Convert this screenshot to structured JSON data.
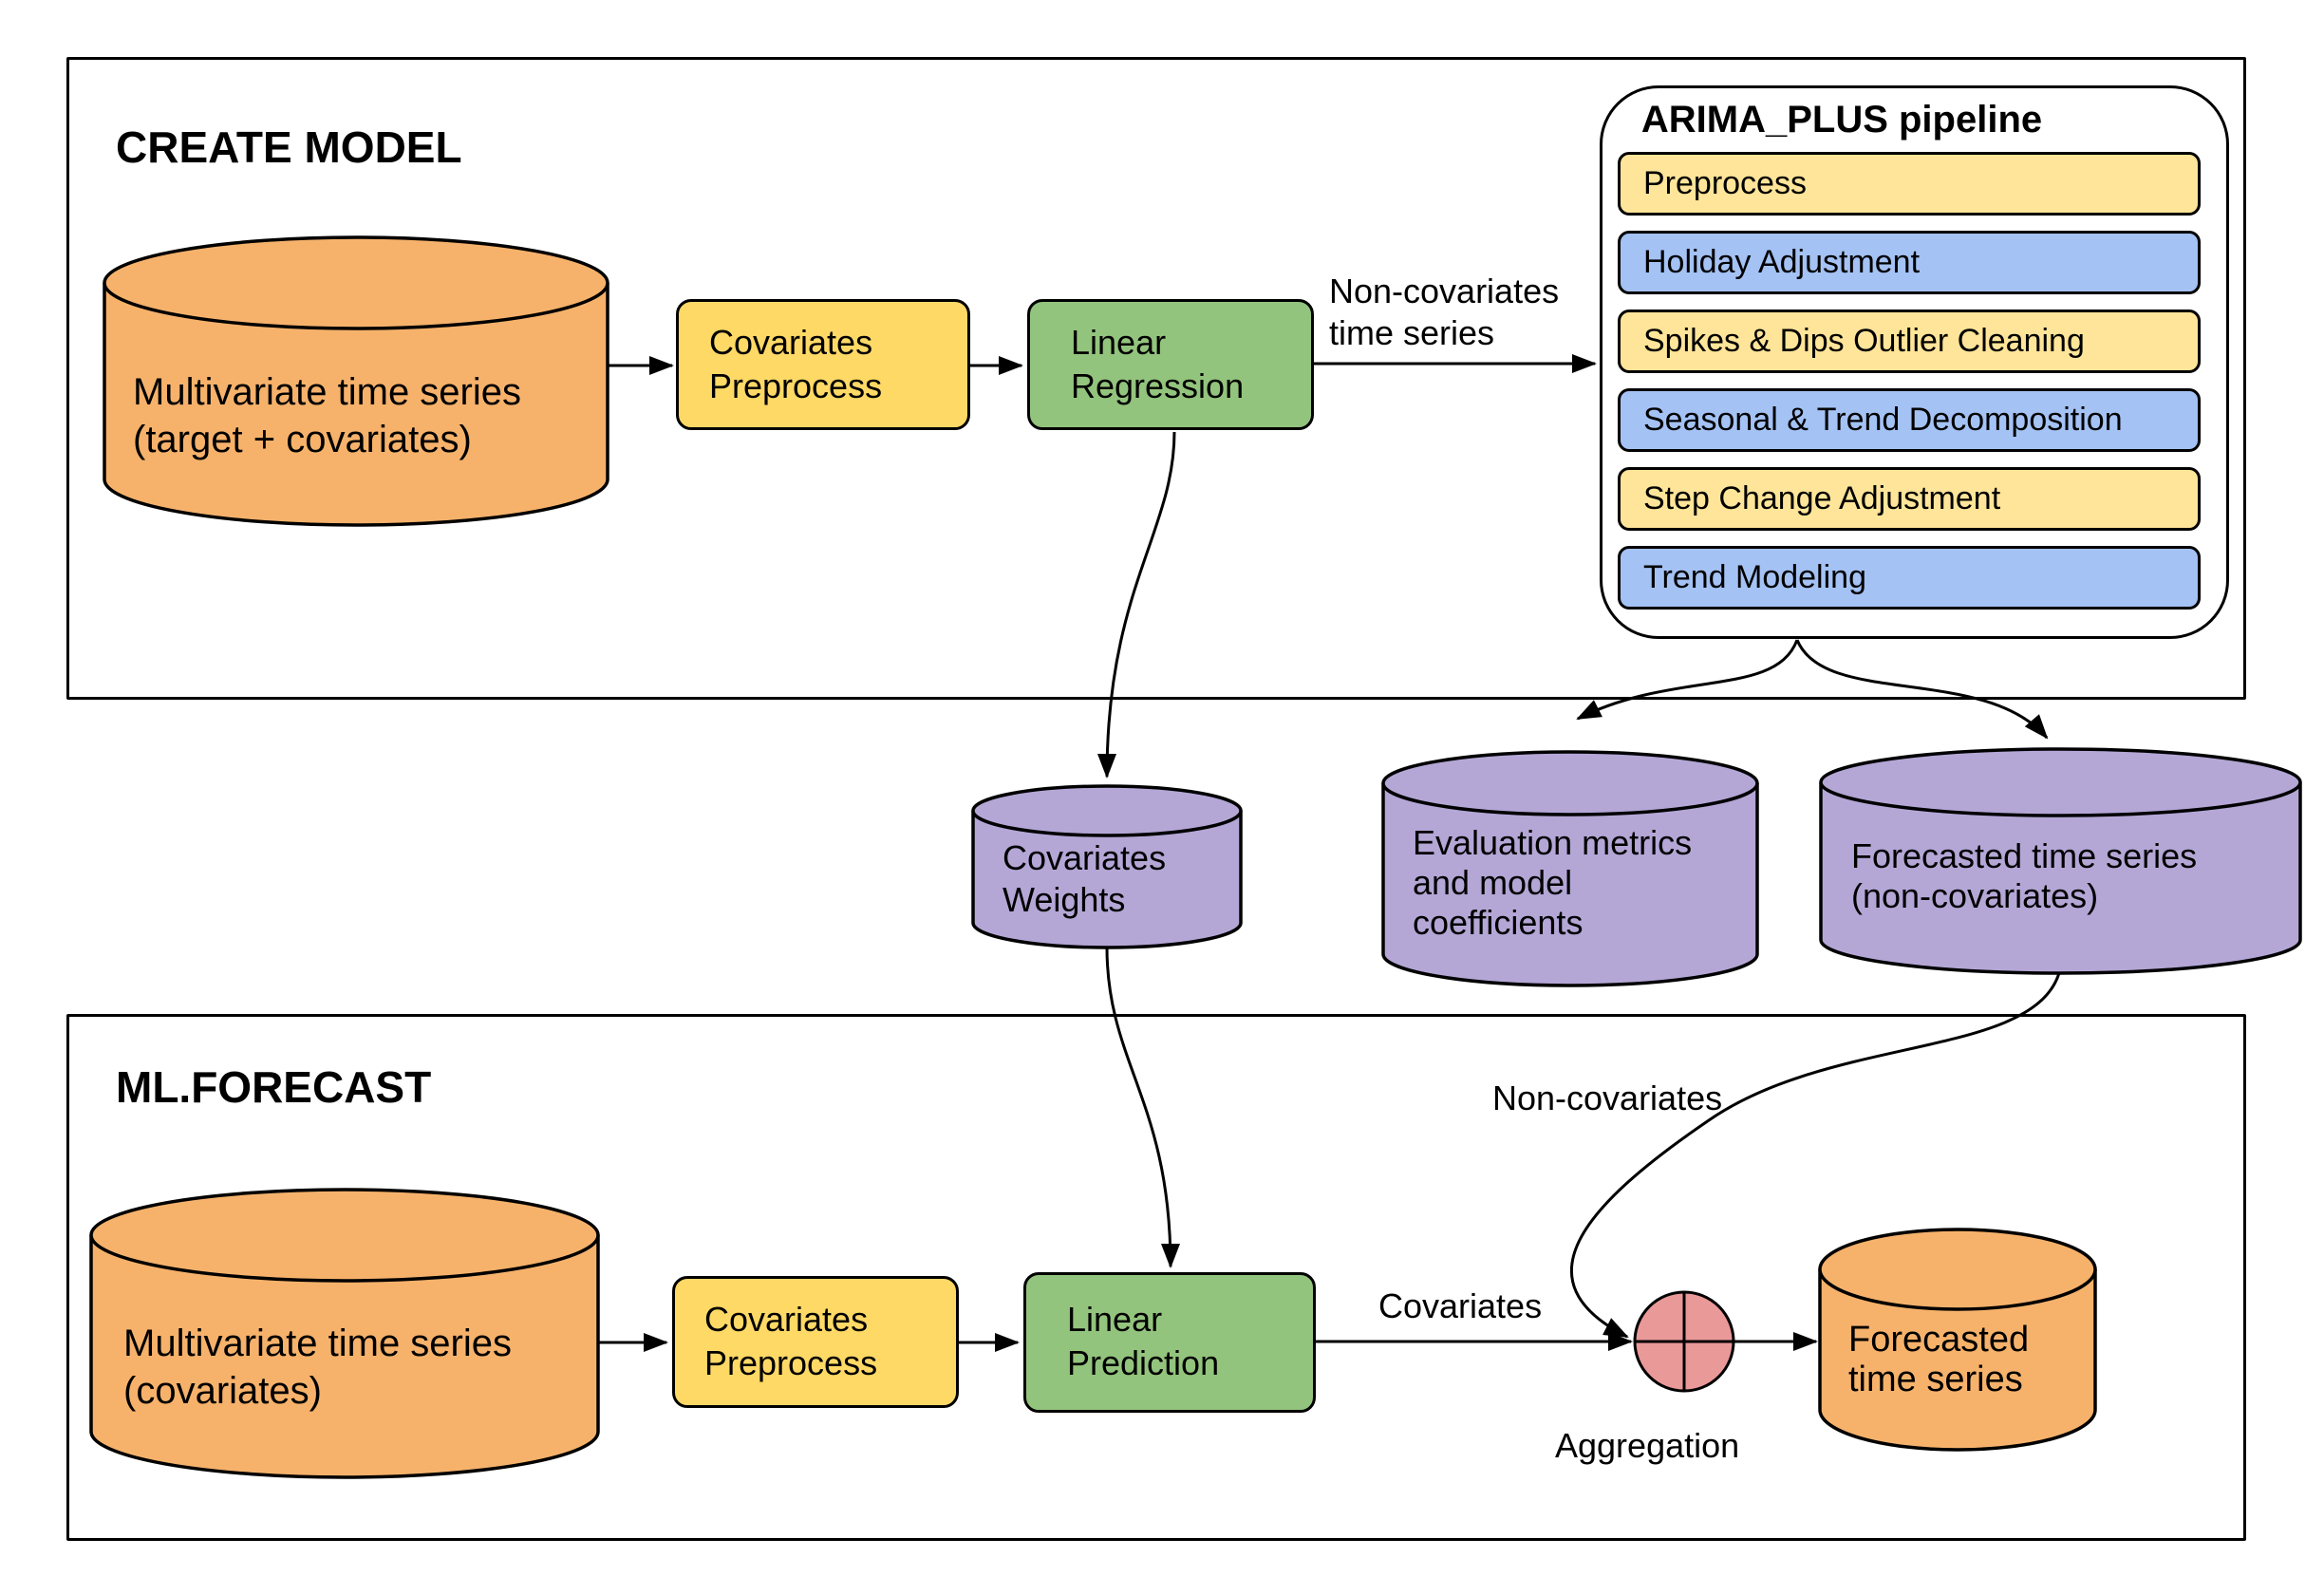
{
  "create_model": {
    "title": "CREATE MODEL",
    "input_cylinder_label": "Multivariate time series\n(target + covariates)",
    "covariates_preprocess_label": "Covariates\nPreprocess",
    "linear_regression_label": "Linear\nRegression",
    "non_covariates_time_series_label": "Non-covariates\ntime series",
    "pipeline": {
      "title": "ARIMA_PLUS pipeline",
      "steps": [
        {
          "label": "Preprocess",
          "color": "#ffe599"
        },
        {
          "label": "Holiday Adjustment",
          "color": "#a4c2f4"
        },
        {
          "label": "Spikes & Dips Outlier Cleaning",
          "color": "#ffe599"
        },
        {
          "label": "Seasonal & Trend Decomposition",
          "color": "#a4c2f4"
        },
        {
          "label": "Step Change Adjustment",
          "color": "#ffe599"
        },
        {
          "label": "Trend Modeling",
          "color": "#a4c2f4"
        }
      ]
    }
  },
  "artifacts": {
    "covariates_weights_label": "Covariates\nWeights",
    "evaluation_metrics_label": "Evaluation metrics\nand model\ncoefficients",
    "forecasted_non_covariates_label": "Forecasted time series\n(non-covariates)"
  },
  "ml_forecast": {
    "title": "ML.FORECAST",
    "input_cylinder_label": "Multivariate time series\n(covariates)",
    "covariates_preprocess_label": "Covariates\nPreprocess",
    "linear_prediction_label": "Linear\nPrediction",
    "covariates_label": "Covariates",
    "non_covariates_label": "Non-covariates",
    "aggregation_label": "Aggregation",
    "output_cylinder_label": "Forecasted\ntime series"
  },
  "colors": {
    "orange": "#f6b26b",
    "yellow": "#ffd966",
    "green": "#93c47d",
    "purple": "#b4a7d6",
    "pink": "#ea9999",
    "pipeline_yellow": "#ffe599",
    "pipeline_blue": "#a4c2f4",
    "stroke": "#000000"
  }
}
